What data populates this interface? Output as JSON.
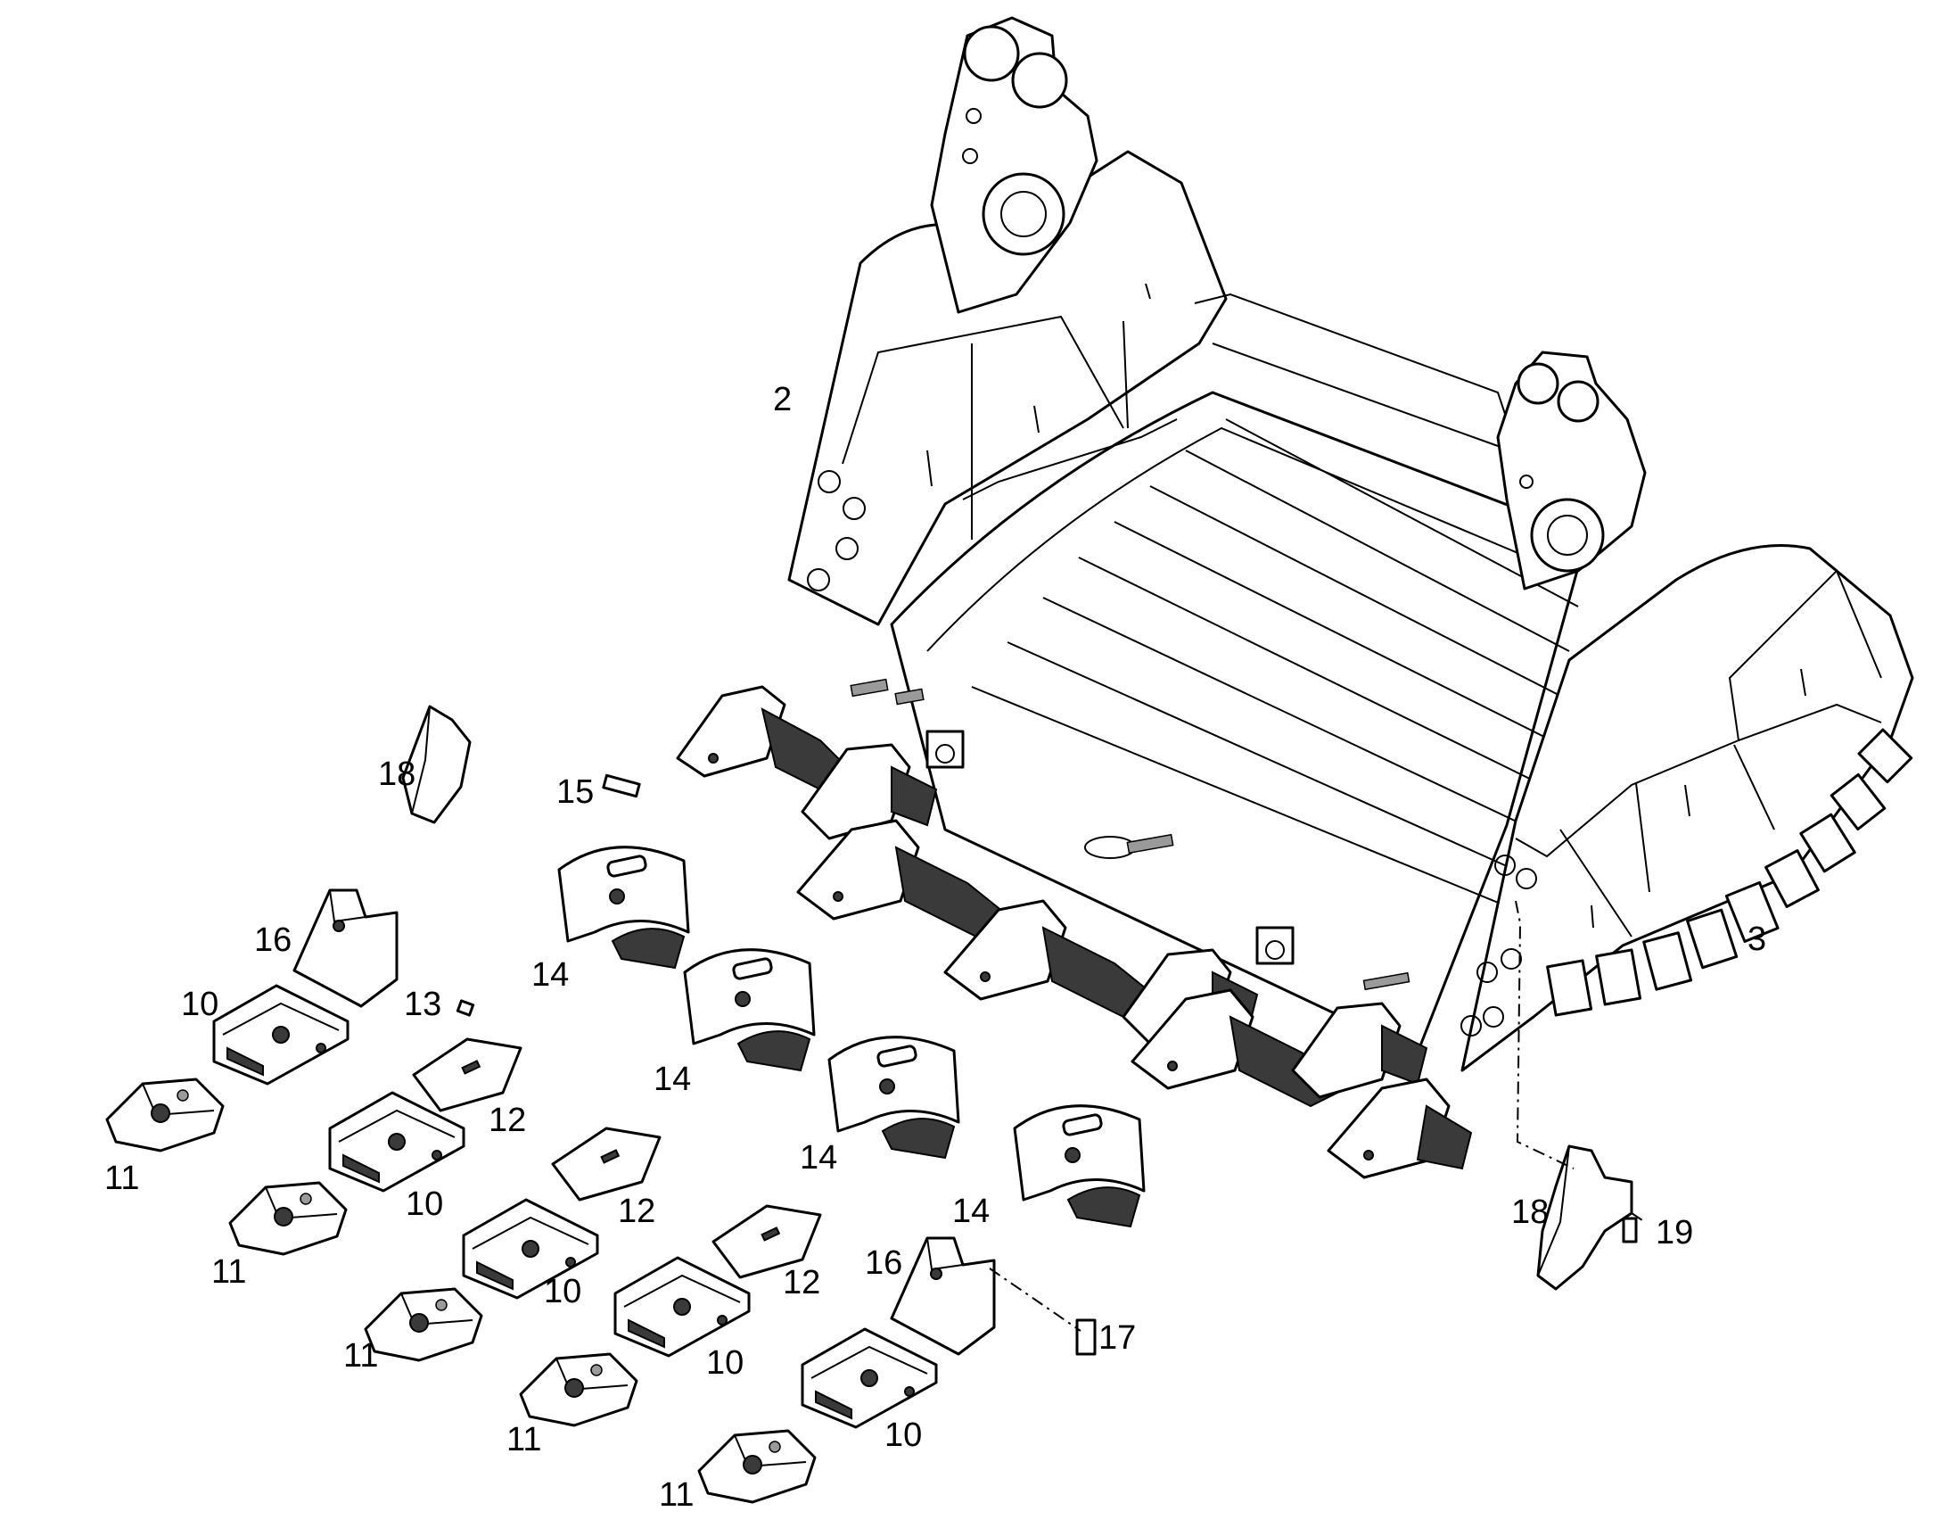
{
  "callouts": {
    "c2": "2",
    "c3": "3",
    "c10": "10",
    "c11": "11",
    "c12": "12",
    "c13": "13",
    "c14": "14",
    "c15": "15",
    "c16": "16",
    "c17": "17",
    "c18": "18",
    "c19": "19"
  },
  "colors": {
    "line": "#000000",
    "fill": "#ffffff",
    "shade": "#3a3a3a"
  }
}
